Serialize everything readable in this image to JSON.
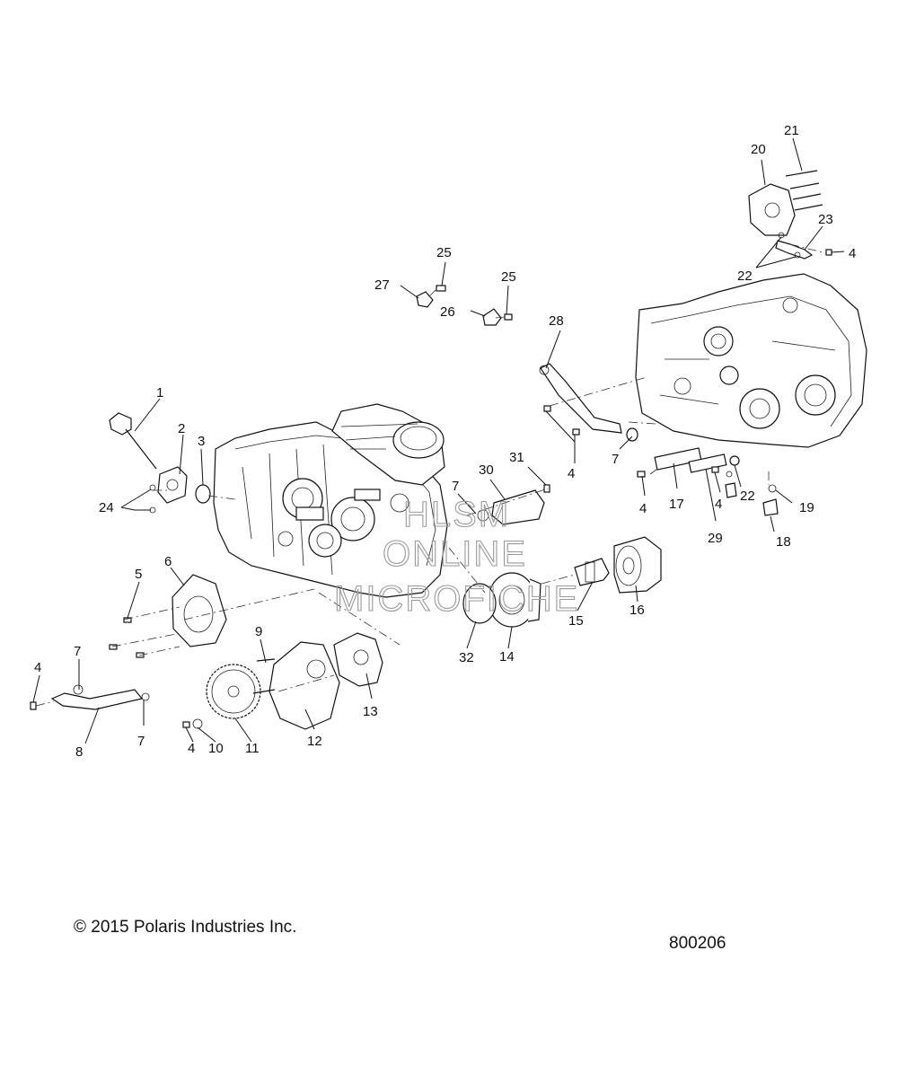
{
  "diagram": {
    "callouts": [
      {
        "id": "c1",
        "text": "1"
      },
      {
        "id": "c2",
        "text": "2"
      },
      {
        "id": "c3",
        "text": "3"
      },
      {
        "id": "c4a",
        "text": "4"
      },
      {
        "id": "c4b",
        "text": "4"
      },
      {
        "id": "c4c",
        "text": "4"
      },
      {
        "id": "c4d",
        "text": "4"
      },
      {
        "id": "c4e",
        "text": "4"
      },
      {
        "id": "c4f",
        "text": "4"
      },
      {
        "id": "c5",
        "text": "5"
      },
      {
        "id": "c6",
        "text": "6"
      },
      {
        "id": "c7a",
        "text": "7"
      },
      {
        "id": "c7b",
        "text": "7"
      },
      {
        "id": "c7c",
        "text": "7"
      },
      {
        "id": "c7d",
        "text": "7"
      },
      {
        "id": "c8",
        "text": "8"
      },
      {
        "id": "c9",
        "text": "9"
      },
      {
        "id": "c10",
        "text": "10"
      },
      {
        "id": "c11",
        "text": "11"
      },
      {
        "id": "c12",
        "text": "12"
      },
      {
        "id": "c13",
        "text": "13"
      },
      {
        "id": "c14",
        "text": "14"
      },
      {
        "id": "c15",
        "text": "15"
      },
      {
        "id": "c16",
        "text": "16"
      },
      {
        "id": "c17",
        "text": "17"
      },
      {
        "id": "c18",
        "text": "18"
      },
      {
        "id": "c19",
        "text": "19"
      },
      {
        "id": "c20",
        "text": "20"
      },
      {
        "id": "c21",
        "text": "21"
      },
      {
        "id": "c22a",
        "text": "22"
      },
      {
        "id": "c22b",
        "text": "22"
      },
      {
        "id": "c23",
        "text": "23"
      },
      {
        "id": "c24",
        "text": "24"
      },
      {
        "id": "c25a",
        "text": "25"
      },
      {
        "id": "c25b",
        "text": "25"
      },
      {
        "id": "c26",
        "text": "26"
      },
      {
        "id": "c27",
        "text": "27"
      },
      {
        "id": "c28",
        "text": "28"
      },
      {
        "id": "c29",
        "text": "29"
      },
      {
        "id": "c30",
        "text": "30"
      },
      {
        "id": "c31",
        "text": "31"
      },
      {
        "id": "c32",
        "text": "32"
      }
    ],
    "watermark": {
      "line1": "HLSM",
      "line2": "ONLINE",
      "line3": "MICROFICHE",
      "color": "#9a9a9a"
    }
  },
  "footer": {
    "copyright": "© 2015 Polaris Industries Inc.",
    "diagram_number": "800206"
  }
}
